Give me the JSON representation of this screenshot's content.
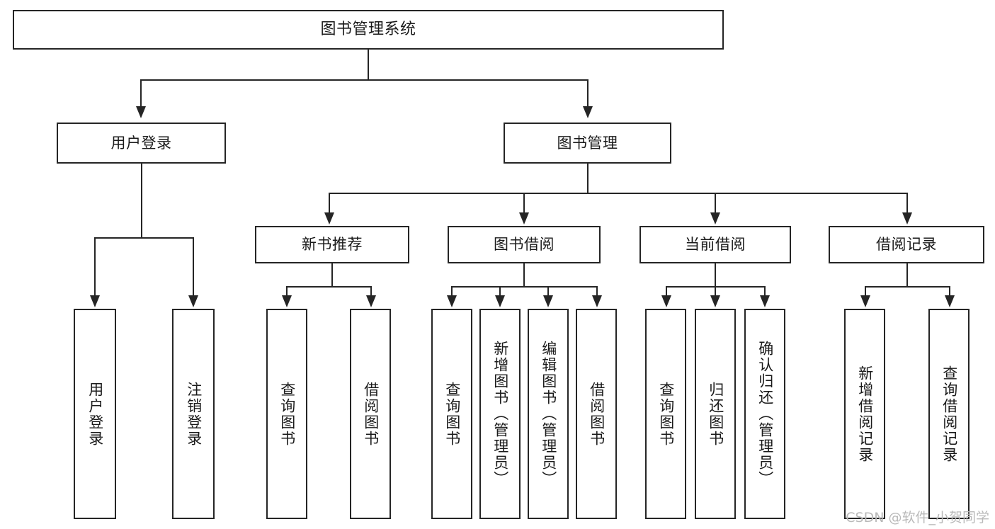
{
  "diagram": {
    "type": "tree-hierarchy",
    "title": "图书管理系统",
    "watermark": "CSDN @软件_小贺同学",
    "colors": {
      "background": "#ffffff",
      "box_fill": "#ffffff",
      "box_stroke": "#252525",
      "text": "#1a1a1a",
      "watermark": "#b9b9b9"
    },
    "levels": {
      "root": {
        "label": "图书管理系统"
      },
      "level2": [
        {
          "id": "user-login",
          "label": "用户登录"
        },
        {
          "id": "book-management",
          "label": "图书管理"
        }
      ],
      "level3": [
        {
          "id": "new-book-recommend",
          "label": "新书推荐",
          "parent": "book-management"
        },
        {
          "id": "book-borrow",
          "label": "图书借阅",
          "parent": "book-management"
        },
        {
          "id": "current-borrow",
          "label": "当前借阅",
          "parent": "book-management"
        },
        {
          "id": "borrow-record",
          "label": "借阅记录",
          "parent": "book-management"
        }
      ],
      "leaves": [
        {
          "id": "leaf-user-login",
          "label": "用户登录",
          "parent": "user-login"
        },
        {
          "id": "leaf-logout-login",
          "label": "注销登录",
          "parent": "user-login"
        },
        {
          "id": "leaf-query-book-1",
          "label": "查询图书",
          "parent": "new-book-recommend"
        },
        {
          "id": "leaf-borrow-book-1",
          "label": "借阅图书",
          "parent": "new-book-recommend"
        },
        {
          "id": "leaf-query-book-2",
          "label": "查询图书",
          "parent": "book-borrow"
        },
        {
          "id": "leaf-add-book",
          "label": "新增图书（管理员）",
          "parent": "book-borrow"
        },
        {
          "id": "leaf-edit-book",
          "label": "编辑图书（管理员）",
          "parent": "book-borrow"
        },
        {
          "id": "leaf-borrow-book-2",
          "label": "借阅图书",
          "parent": "book-borrow"
        },
        {
          "id": "leaf-query-book-3",
          "label": "查询图书",
          "parent": "current-borrow"
        },
        {
          "id": "leaf-return-book",
          "label": "归还图书",
          "parent": "current-borrow"
        },
        {
          "id": "leaf-confirm-return",
          "label": "确认归还（管理员）",
          "parent": "current-borrow"
        },
        {
          "id": "leaf-add-record",
          "label": "新增借阅记录",
          "parent": "borrow-record"
        },
        {
          "id": "leaf-query-record",
          "label": "查询借阅记录",
          "parent": "borrow-record"
        }
      ]
    }
  }
}
